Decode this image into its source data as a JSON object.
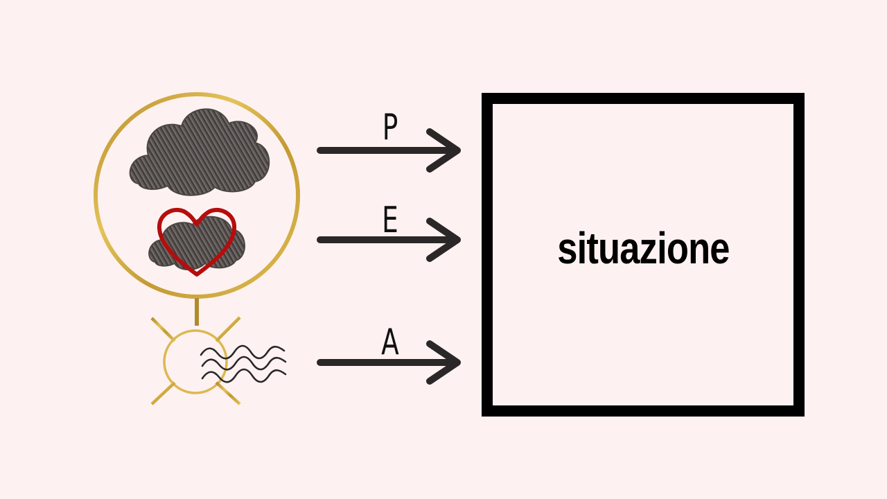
{
  "labels": {
    "p": "P",
    "e": "E",
    "a": "A"
  },
  "box": {
    "text": "situazione"
  },
  "colors": {
    "background": "#fdf2f1",
    "gold": "#c9a23a",
    "cloud": "#4a4543",
    "heart": "#b50d0d",
    "arrow": "#2b2728",
    "box_border": "#000000"
  },
  "icons": {
    "mind_symbol": "thought-cloud-icon",
    "heart": "heart-icon",
    "sun": "sun-icon",
    "waves": "wind-waves-icon"
  }
}
